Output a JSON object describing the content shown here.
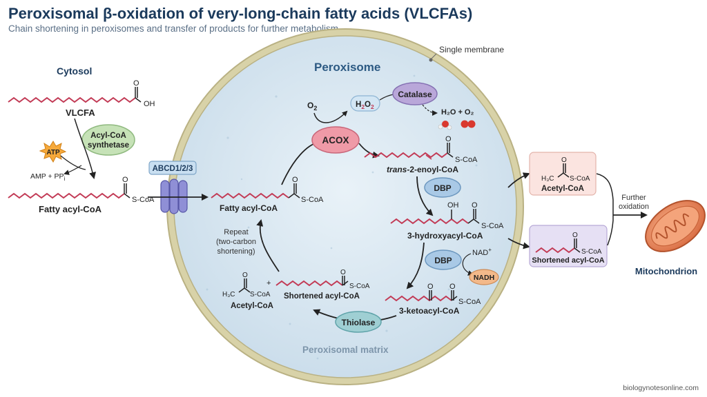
{
  "header": {
    "title": "Peroxisomal β-oxidation of very-long-chain fatty acids (VLCFAs)",
    "subtitle": "Chain shortening in peroxisomes and transfer of products for further metabolism"
  },
  "labels": {
    "cytosol": "Cytosol",
    "vlcfa": "VLCFA",
    "oh": "OH",
    "o_atom": "O",
    "acyl_coa_synthetase_1": "Acyl-CoA",
    "acyl_coa_synthetase_2": "synthetase",
    "atp": "ATP",
    "amp_ppi": "AMP + PP",
    "ppi_sub": "i",
    "fatty_acyl_coa": "Fatty acyl-CoA",
    "s_coa": "S-CoA",
    "abcd": "ABCD1/2/3",
    "single_membrane": "Single membrane",
    "peroxisome": "Peroxisome",
    "peroxisomal_matrix": "Peroxisomal matrix",
    "o2": "O",
    "o2_sub": "2",
    "h2o2_h": "H",
    "h2o2_sub": "2",
    "h2o2_o": "O",
    "catalase": "Catalase",
    "h2o_plus_o2": "H₂O + O₂",
    "acox": "ACOX",
    "trans_italic": "trans",
    "trans_rest": "-2-enoyl-CoA",
    "dbp_1": "DBP",
    "oh_group": "OH",
    "hydroxyacyl": "3-hydroxyacyl-CoA",
    "dbp_2": "DBP",
    "nad": "NAD",
    "nad_sup": "+",
    "nadh": "NADH",
    "ketoacyl": "3-ketoacyl-CoA",
    "thiolase": "Thiolase",
    "shortened_acyl_coa": "Shortened acyl-CoA",
    "acetyl_coa": "Acetyl-CoA",
    "h3c": "H₃C",
    "plus": "+",
    "repeat_1": "Repeat",
    "repeat_2": "(two-carbon",
    "repeat_3": "shortening)",
    "out_acetyl_coa": "Acetyl-CoA",
    "out_shortened": "Shortened acyl-CoA",
    "further_1": "Further",
    "further_2": "oxidation",
    "mitochondrion": "Mitochondrion",
    "credit": "biologynotesonline.com"
  },
  "colors": {
    "title": "#1b3a5c",
    "subtitle": "#5a6f86",
    "chain": "#c23a55",
    "membrane": "#cfc9a0",
    "matrix": "#dbe9f3",
    "acox": "#ef9aa7",
    "catalase": "#b9a7d9",
    "dbp": "#a9c9e6",
    "nadh": "#f3b98a",
    "thiolase": "#9fcfd3",
    "synthetase": "#c6e2b7",
    "atp": "#f6a93b",
    "out_box_pink": "#fbe4e0",
    "out_box_lilac": "#e6e0f4"
  }
}
